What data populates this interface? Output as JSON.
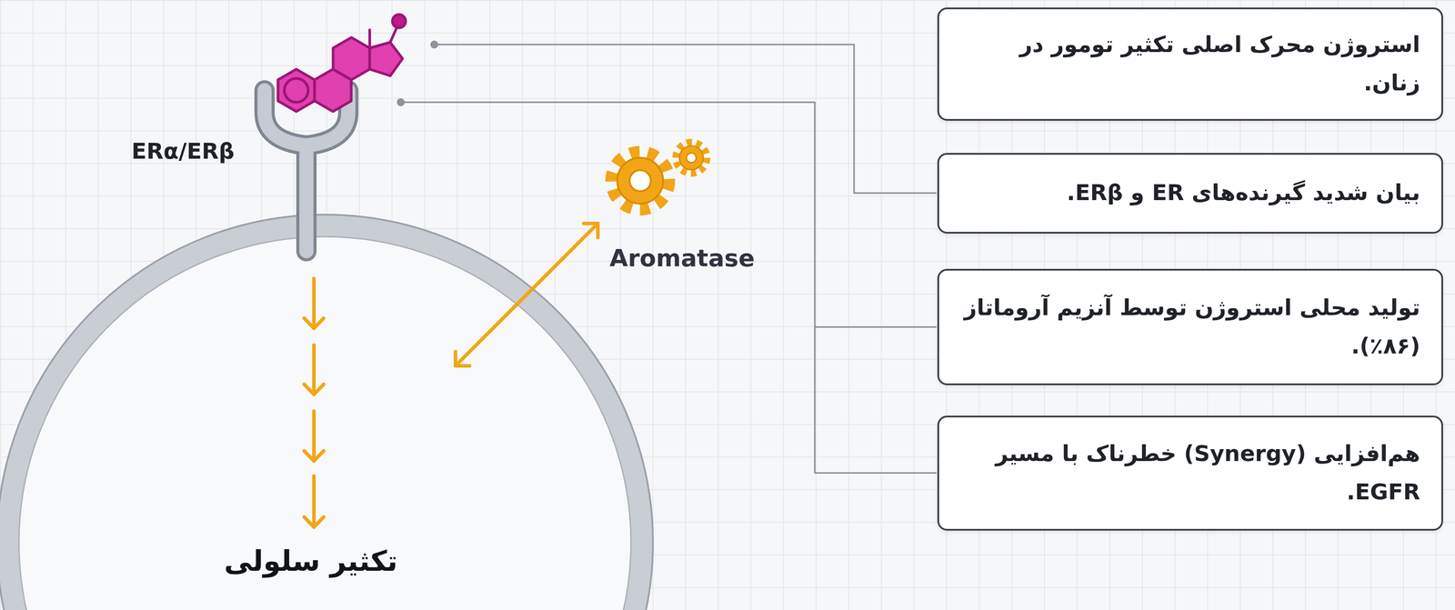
{
  "diagram": {
    "nodes": [
      {
        "text": [
          "استروژن محرک اصلی تکثیر تومور در زنان."
        ]
      },
      {
        "text": [
          "بیان شدید گیرنده‌های ER و ERβ."
        ]
      },
      {
        "text": [
          "تولید محلی استروژن توسط آنزیم آروماتاز (۸۶٪)."
        ]
      },
      {
        "text": [
          "هم‌افزایی (Synergy) خطرناک با مسیر EGFR."
        ]
      }
    ],
    "labels": [
      "ERα/ERβ",
      "Aromatase",
      "تکثیر سلولی"
    ]
  }
}
